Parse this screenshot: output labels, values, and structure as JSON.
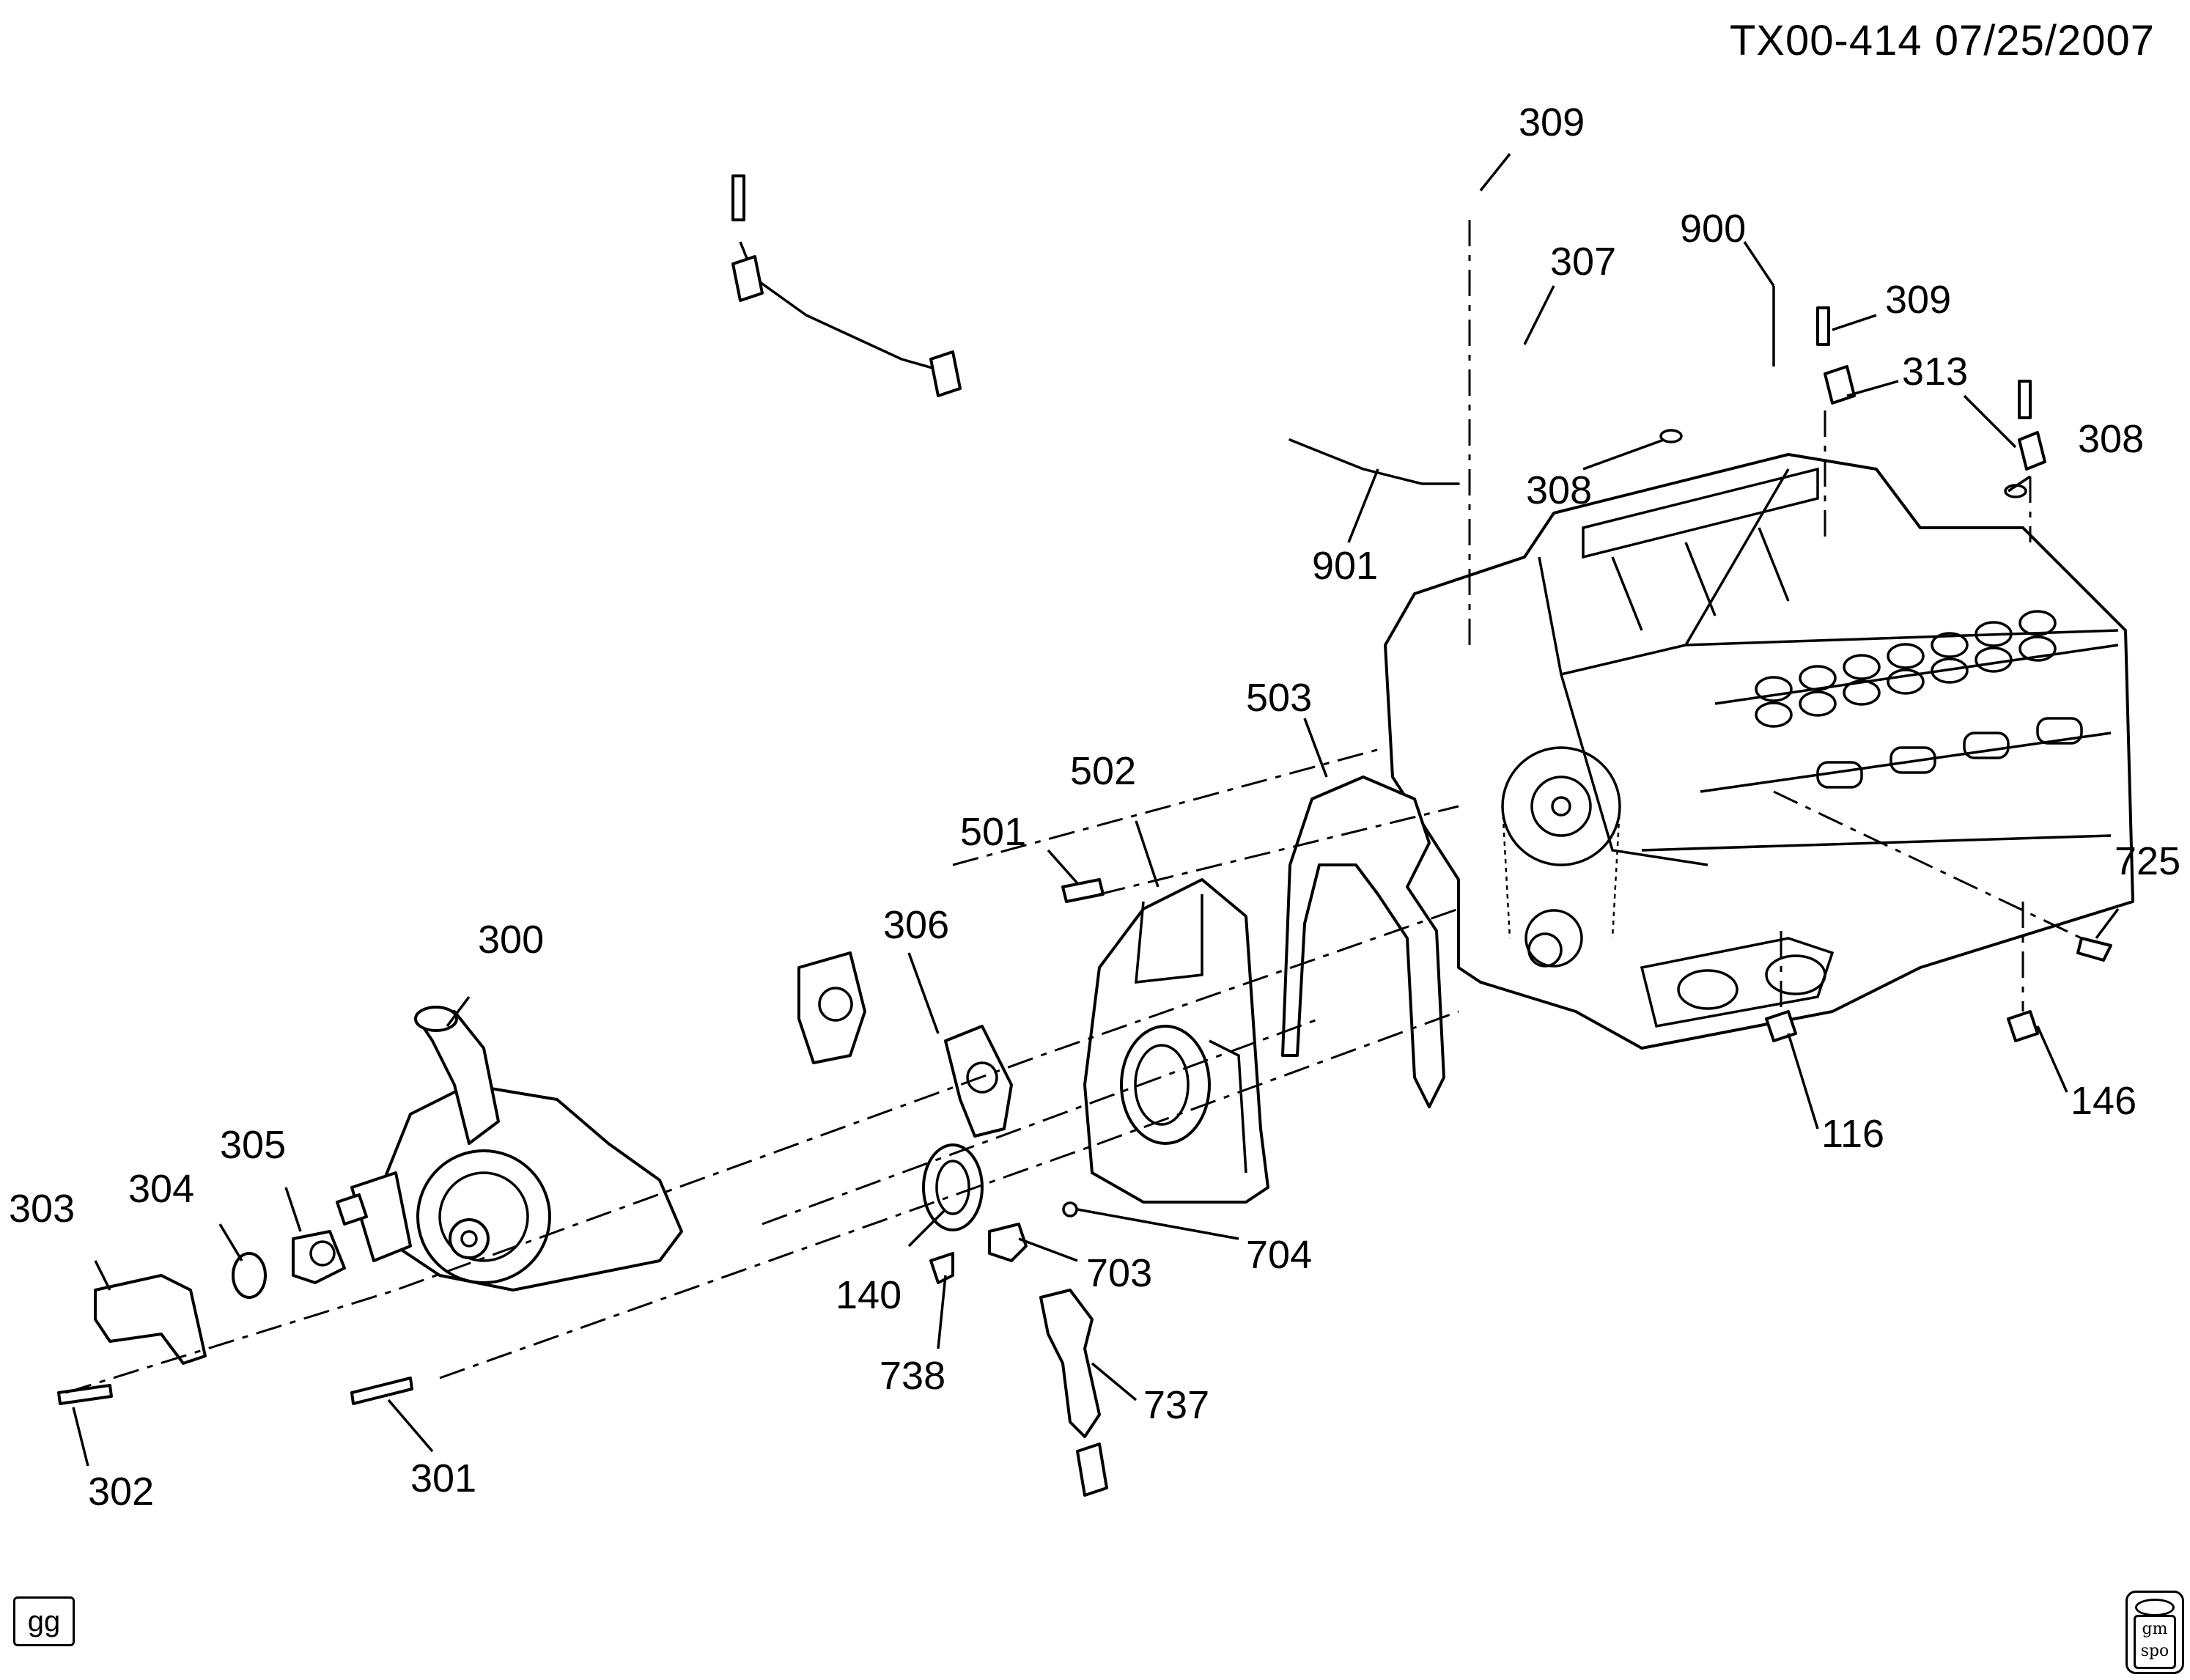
{
  "header": {
    "code": "TX00-414  07/25/2007"
  },
  "footer": {
    "left_badge": "gg",
    "logo_text": "gm\nspo"
  },
  "callouts": [
    {
      "id": "309a",
      "label": "309"
    },
    {
      "id": "307",
      "label": "307"
    },
    {
      "id": "900",
      "label": "900"
    },
    {
      "id": "309b",
      "label": "309"
    },
    {
      "id": "313",
      "label": "313"
    },
    {
      "id": "308a",
      "label": "308"
    },
    {
      "id": "308b",
      "label": "308"
    },
    {
      "id": "901",
      "label": "901"
    },
    {
      "id": "503",
      "label": "503"
    },
    {
      "id": "502",
      "label": "502"
    },
    {
      "id": "501",
      "label": "501"
    },
    {
      "id": "725",
      "label": "725"
    },
    {
      "id": "306",
      "label": "306"
    },
    {
      "id": "300",
      "label": "300"
    },
    {
      "id": "146",
      "label": "146"
    },
    {
      "id": "116",
      "label": "116"
    },
    {
      "id": "305",
      "label": "305"
    },
    {
      "id": "304",
      "label": "304"
    },
    {
      "id": "303",
      "label": "303"
    },
    {
      "id": "704",
      "label": "704"
    },
    {
      "id": "703",
      "label": "703"
    },
    {
      "id": "140",
      "label": "140"
    },
    {
      "id": "738",
      "label": "738"
    },
    {
      "id": "737",
      "label": "737"
    },
    {
      "id": "302",
      "label": "302"
    },
    {
      "id": "301",
      "label": "301"
    }
  ]
}
